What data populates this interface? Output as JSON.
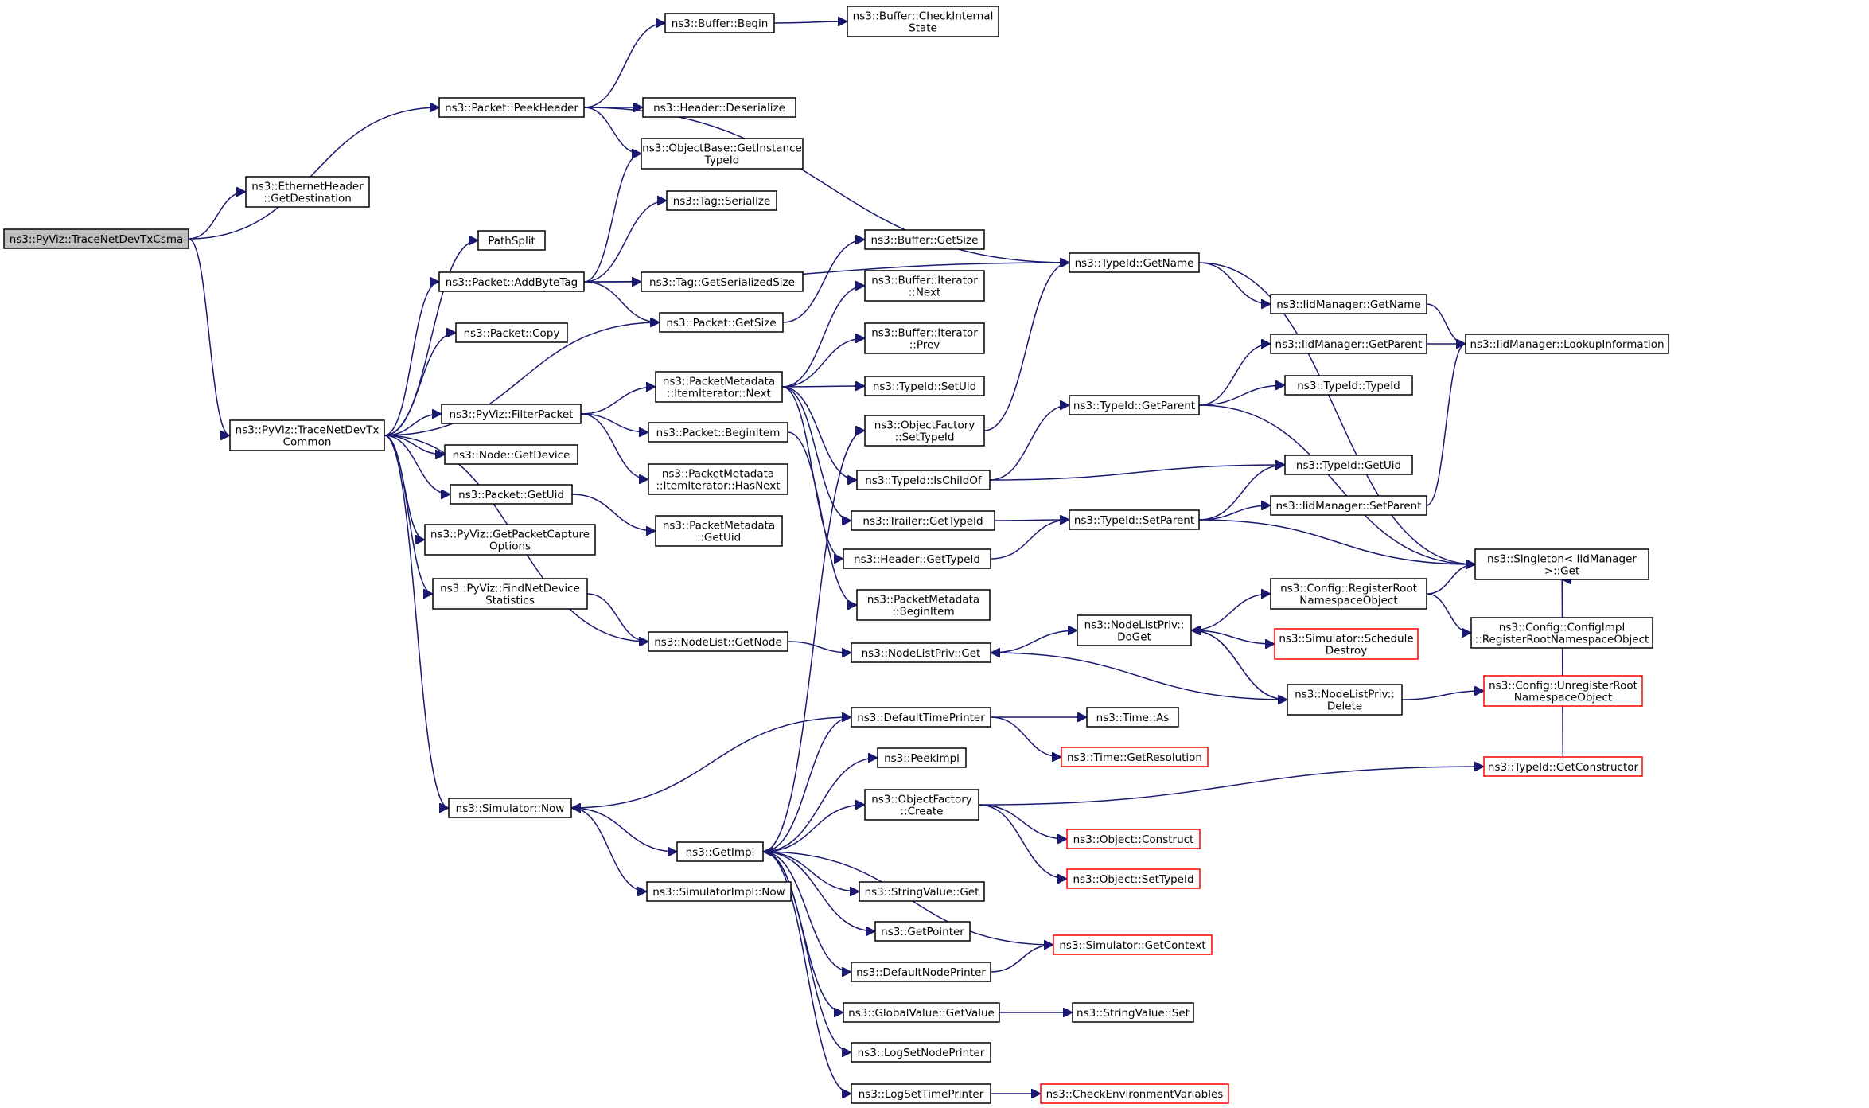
{
  "nodes": [
    {
      "id": "root",
      "lines": [
        "ns3::PyViz::TraceNetDevTxCsma"
      ],
      "root": true
    },
    {
      "id": "eth_dest",
      "lines": [
        "ns3::EthernetHeader",
        "::GetDestination"
      ]
    },
    {
      "id": "peek_header",
      "lines": [
        "ns3::Packet::PeekHeader"
      ]
    },
    {
      "id": "buffer_begin",
      "lines": [
        "ns3::Buffer::Begin"
      ]
    },
    {
      "id": "buffer_check",
      "lines": [
        "ns3::Buffer::CheckInternal",
        "State"
      ]
    },
    {
      "id": "header_deser",
      "lines": [
        "ns3::Header::Deserialize"
      ]
    },
    {
      "id": "objbase_getinst",
      "lines": [
        "ns3::ObjectBase::GetInstance",
        "TypeId"
      ]
    },
    {
      "id": "tag_serialize",
      "lines": [
        "ns3::Tag::Serialize"
      ]
    },
    {
      "id": "pathsplit",
      "lines": [
        "PathSplit"
      ]
    },
    {
      "id": "add_byte_tag",
      "lines": [
        "ns3::Packet::AddByteTag"
      ]
    },
    {
      "id": "tag_getsersize",
      "lines": [
        "ns3::Tag::GetSerializedSize"
      ]
    },
    {
      "id": "buffer_getsize",
      "lines": [
        "ns3::Buffer::GetSize"
      ]
    },
    {
      "id": "packet_getsize",
      "lines": [
        "ns3::Packet::GetSize"
      ]
    },
    {
      "id": "packet_copy",
      "lines": [
        "ns3::Packet::Copy"
      ]
    },
    {
      "id": "buf_iter_next",
      "lines": [
        "ns3::Buffer::Iterator",
        "::Next"
      ]
    },
    {
      "id": "buf_iter_prev",
      "lines": [
        "ns3::Buffer::Iterator",
        "::Prev"
      ]
    },
    {
      "id": "typeid_getname",
      "lines": [
        "ns3::TypeId::GetName"
      ]
    },
    {
      "id": "iid_getname",
      "lines": [
        "ns3::IidManager::GetName"
      ]
    },
    {
      "id": "iid_getparent",
      "lines": [
        "ns3::IidManager::GetParent"
      ]
    },
    {
      "id": "iid_lookup",
      "lines": [
        "ns3::IidManager::LookupInformation"
      ]
    },
    {
      "id": "pm_iter_next",
      "lines": [
        "ns3::PacketMetadata",
        "::ItemIterator::Next"
      ]
    },
    {
      "id": "typeid_setuid",
      "lines": [
        "ns3::TypeId::SetUid"
      ]
    },
    {
      "id": "typeid_typeid",
      "lines": [
        "ns3::TypeId::TypeId"
      ]
    },
    {
      "id": "trace_common",
      "lines": [
        "ns3::PyViz::TraceNetDevTx",
        "Common"
      ]
    },
    {
      "id": "filter_packet",
      "lines": [
        "ns3::PyViz::FilterPacket"
      ]
    },
    {
      "id": "packet_beginitem",
      "lines": [
        "ns3::Packet::BeginItem"
      ]
    },
    {
      "id": "objfact_settypeid",
      "lines": [
        "ns3::ObjectFactory",
        "::SetTypeId"
      ]
    },
    {
      "id": "typeid_getparent",
      "lines": [
        "ns3::TypeId::GetParent"
      ]
    },
    {
      "id": "node_getdevice",
      "lines": [
        "ns3::Node::GetDevice"
      ]
    },
    {
      "id": "pm_iter_hasnext",
      "lines": [
        "ns3::PacketMetadata",
        "::ItemIterator::HasNext"
      ]
    },
    {
      "id": "typeid_ischildof",
      "lines": [
        "ns3::TypeId::IsChildOf"
      ]
    },
    {
      "id": "typeid_getuid",
      "lines": [
        "ns3::TypeId::GetUid"
      ]
    },
    {
      "id": "packet_getuid",
      "lines": [
        "ns3::Packet::GetUid"
      ]
    },
    {
      "id": "iid_setparent",
      "lines": [
        "ns3::IidManager::SetParent"
      ]
    },
    {
      "id": "trailer_gettypeid",
      "lines": [
        "ns3::Trailer::GetTypeId"
      ]
    },
    {
      "id": "typeid_setparent",
      "lines": [
        "ns3::TypeId::SetParent"
      ]
    },
    {
      "id": "pyviz_getcapture",
      "lines": [
        "ns3::PyViz::GetPacketCapture",
        "Options"
      ]
    },
    {
      "id": "pm_getuid",
      "lines": [
        "ns3::PacketMetadata",
        "::GetUid"
      ]
    },
    {
      "id": "singleton_get",
      "lines": [
        "ns3::Singleton< IidManager",
        ">::Get"
      ]
    },
    {
      "id": "header_gettypeid",
      "lines": [
        "ns3::Header::GetTypeId"
      ]
    },
    {
      "id": "findnetdevice",
      "lines": [
        "ns3::PyViz::FindNetDevice",
        "Statistics"
      ]
    },
    {
      "id": "config_regroot",
      "lines": [
        "ns3::Config::RegisterRoot",
        "NamespaceObject"
      ]
    },
    {
      "id": "pm_beginitem",
      "lines": [
        "ns3::PacketMetadata",
        "::BeginItem"
      ]
    },
    {
      "id": "configimpl_regroot",
      "lines": [
        "ns3::Config::ConfigImpl",
        "::RegisterRootNamespaceObject"
      ]
    },
    {
      "id": "nlp_doget",
      "lines": [
        "ns3::NodeListPriv::",
        "DoGet"
      ]
    },
    {
      "id": "nodelist_getnode",
      "lines": [
        "ns3::NodeList::GetNode"
      ]
    },
    {
      "id": "sim_schedule_destroy",
      "lines": [
        "ns3::Simulator::Schedule",
        "Destroy"
      ],
      "red": true
    },
    {
      "id": "nlp_get",
      "lines": [
        "ns3::NodeListPriv::Get"
      ]
    },
    {
      "id": "config_unreg",
      "lines": [
        "ns3::Config::UnregisterRoot",
        "NamespaceObject"
      ],
      "red": true
    },
    {
      "id": "nlp_delete",
      "lines": [
        "ns3::NodeListPriv::",
        "Delete"
      ]
    },
    {
      "id": "default_time_printer",
      "lines": [
        "ns3::DefaultTimePrinter"
      ]
    },
    {
      "id": "time_as",
      "lines": [
        "ns3::Time::As"
      ]
    },
    {
      "id": "peekimpl",
      "lines": [
        "ns3::PeekImpl"
      ]
    },
    {
      "id": "time_getres",
      "lines": [
        "ns3::Time::GetResolution"
      ],
      "red": true
    },
    {
      "id": "typeid_getctor",
      "lines": [
        "ns3::TypeId::GetConstructor"
      ],
      "red": true
    },
    {
      "id": "objfact_create",
      "lines": [
        "ns3::ObjectFactory",
        "::Create"
      ]
    },
    {
      "id": "sim_now",
      "lines": [
        "ns3::Simulator::Now"
      ]
    },
    {
      "id": "object_construct",
      "lines": [
        "ns3::Object::Construct"
      ],
      "red": true
    },
    {
      "id": "getimpl",
      "lines": [
        "ns3::GetImpl"
      ]
    },
    {
      "id": "object_settypeid",
      "lines": [
        "ns3::Object::SetTypeId"
      ],
      "red": true
    },
    {
      "id": "simimpl_now",
      "lines": [
        "ns3::SimulatorImpl::Now"
      ]
    },
    {
      "id": "stringvalue_get",
      "lines": [
        "ns3::StringValue::Get"
      ]
    },
    {
      "id": "getpointer",
      "lines": [
        "ns3::GetPointer"
      ]
    },
    {
      "id": "sim_getcontext",
      "lines": [
        "ns3::Simulator::GetContext"
      ],
      "red": true
    },
    {
      "id": "default_node_printer",
      "lines": [
        "ns3::DefaultNodePrinter"
      ]
    },
    {
      "id": "globalvalue_getvalue",
      "lines": [
        "ns3::GlobalValue::GetValue"
      ]
    },
    {
      "id": "stringvalue_set",
      "lines": [
        "ns3::StringValue::Set"
      ]
    },
    {
      "id": "log_setnodeprinter",
      "lines": [
        "ns3::LogSetNodePrinter"
      ]
    },
    {
      "id": "log_settimeprinter",
      "lines": [
        "ns3::LogSetTimePrinter"
      ]
    },
    {
      "id": "check_env_vars",
      "lines": [
        "ns3::CheckEnvironmentVariables"
      ],
      "red": true
    }
  ],
  "edges": [
    [
      "root",
      "eth_dest"
    ],
    [
      "root",
      "peek_header"
    ],
    [
      "root",
      "trace_common"
    ],
    [
      "peek_header",
      "buffer_begin"
    ],
    [
      "peek_header",
      "header_deser"
    ],
    [
      "peek_header",
      "objbase_getinst"
    ],
    [
      "peek_header",
      "typeid_getname"
    ],
    [
      "buffer_begin",
      "buffer_check"
    ],
    [
      "trace_common",
      "pathsplit"
    ],
    [
      "trace_common",
      "add_byte_tag"
    ],
    [
      "trace_common",
      "packet_copy"
    ],
    [
      "trace_common",
      "packet_getsize"
    ],
    [
      "trace_common",
      "filter_packet"
    ],
    [
      "trace_common",
      "node_getdevice"
    ],
    [
      "trace_common",
      "packet_getuid"
    ],
    [
      "trace_common",
      "pyviz_getcapture"
    ],
    [
      "trace_common",
      "findnetdevice"
    ],
    [
      "trace_common",
      "nodelist_getnode"
    ],
    [
      "trace_common",
      "sim_now"
    ],
    [
      "add_byte_tag",
      "objbase_getinst"
    ],
    [
      "add_byte_tag",
      "tag_serialize"
    ],
    [
      "add_byte_tag",
      "tag_getsersize"
    ],
    [
      "add_byte_tag",
      "packet_getsize"
    ],
    [
      "add_byte_tag",
      "typeid_getname"
    ],
    [
      "packet_getsize",
      "buffer_getsize"
    ],
    [
      "filter_packet",
      "pm_iter_next"
    ],
    [
      "filter_packet",
      "packet_beginitem"
    ],
    [
      "filter_packet",
      "pm_iter_hasnext"
    ],
    [
      "pm_iter_next",
      "buf_iter_next"
    ],
    [
      "pm_iter_next",
      "buf_iter_prev"
    ],
    [
      "pm_iter_next",
      "typeid_setuid"
    ],
    [
      "pm_iter_next",
      "typeid_ischildof"
    ],
    [
      "pm_iter_next",
      "trailer_gettypeid"
    ],
    [
      "pm_iter_next",
      "header_gettypeid"
    ],
    [
      "packet_beginitem",
      "pm_beginitem"
    ],
    [
      "packet_getuid",
      "pm_getuid"
    ],
    [
      "findnetdevice",
      "nodelist_getnode"
    ],
    [
      "nodelist_getnode",
      "nlp_get"
    ],
    [
      "typeid_getname",
      "iid_getname"
    ],
    [
      "typeid_getname",
      "singleton_get"
    ],
    [
      "iid_getname",
      "iid_lookup"
    ],
    [
      "iid_getparent",
      "iid_lookup"
    ],
    [
      "iid_setparent",
      "iid_lookup"
    ],
    [
      "objfact_settypeid",
      "typeid_getname"
    ],
    [
      "typeid_ischildof",
      "typeid_getparent"
    ],
    [
      "typeid_ischildof",
      "typeid_getuid"
    ],
    [
      "typeid_getparent",
      "iid_getparent"
    ],
    [
      "typeid_getparent",
      "typeid_typeid"
    ],
    [
      "typeid_getparent",
      "singleton_get"
    ],
    [
      "trailer_gettypeid",
      "typeid_setparent"
    ],
    [
      "header_gettypeid",
      "typeid_setparent"
    ],
    [
      "typeid_setparent",
      "typeid_getuid"
    ],
    [
      "typeid_setparent",
      "iid_setparent"
    ],
    [
      "typeid_setparent",
      "singleton_get"
    ],
    [
      "nlp_get",
      "nlp_doget"
    ],
    [
      "nlp_doget",
      "config_regroot"
    ],
    [
      "nlp_doget",
      "sim_schedule_destroy"
    ],
    [
      "nlp_doget",
      "nlp_delete"
    ],
    [
      "nlp_delete",
      "nlp_doget"
    ],
    [
      "nlp_delete",
      "nlp_get"
    ],
    [
      "nlp_delete",
      "config_unreg"
    ],
    [
      "config_regroot",
      "singleton_get"
    ],
    [
      "config_regroot",
      "configimpl_regroot"
    ],
    [
      "config_unreg",
      "singleton_get"
    ],
    [
      "sim_now",
      "getimpl"
    ],
    [
      "sim_now",
      "simimpl_now"
    ],
    [
      "getimpl",
      "objfact_settypeid"
    ],
    [
      "getimpl",
      "default_time_printer"
    ],
    [
      "getimpl",
      "peekimpl"
    ],
    [
      "getimpl",
      "objfact_create"
    ],
    [
      "getimpl",
      "stringvalue_get"
    ],
    [
      "getimpl",
      "getpointer"
    ],
    [
      "getimpl",
      "default_node_printer"
    ],
    [
      "getimpl",
      "globalvalue_getvalue"
    ],
    [
      "getimpl",
      "log_setnodeprinter"
    ],
    [
      "getimpl",
      "log_settimeprinter"
    ],
    [
      "default_time_printer",
      "sim_now"
    ],
    [
      "default_time_printer",
      "time_as"
    ],
    [
      "default_time_printer",
      "time_getres"
    ],
    [
      "objfact_create",
      "typeid_getctor"
    ],
    [
      "objfact_create",
      "object_construct"
    ],
    [
      "objfact_create",
      "object_settypeid"
    ],
    [
      "typeid_getctor",
      "singleton_get"
    ],
    [
      "default_node_printer",
      "sim_getcontext"
    ],
    [
      "sim_getcontext",
      "getimpl"
    ],
    [
      "globalvalue_getvalue",
      "stringvalue_set"
    ],
    [
      "log_settimeprinter",
      "check_env_vars"
    ]
  ]
}
